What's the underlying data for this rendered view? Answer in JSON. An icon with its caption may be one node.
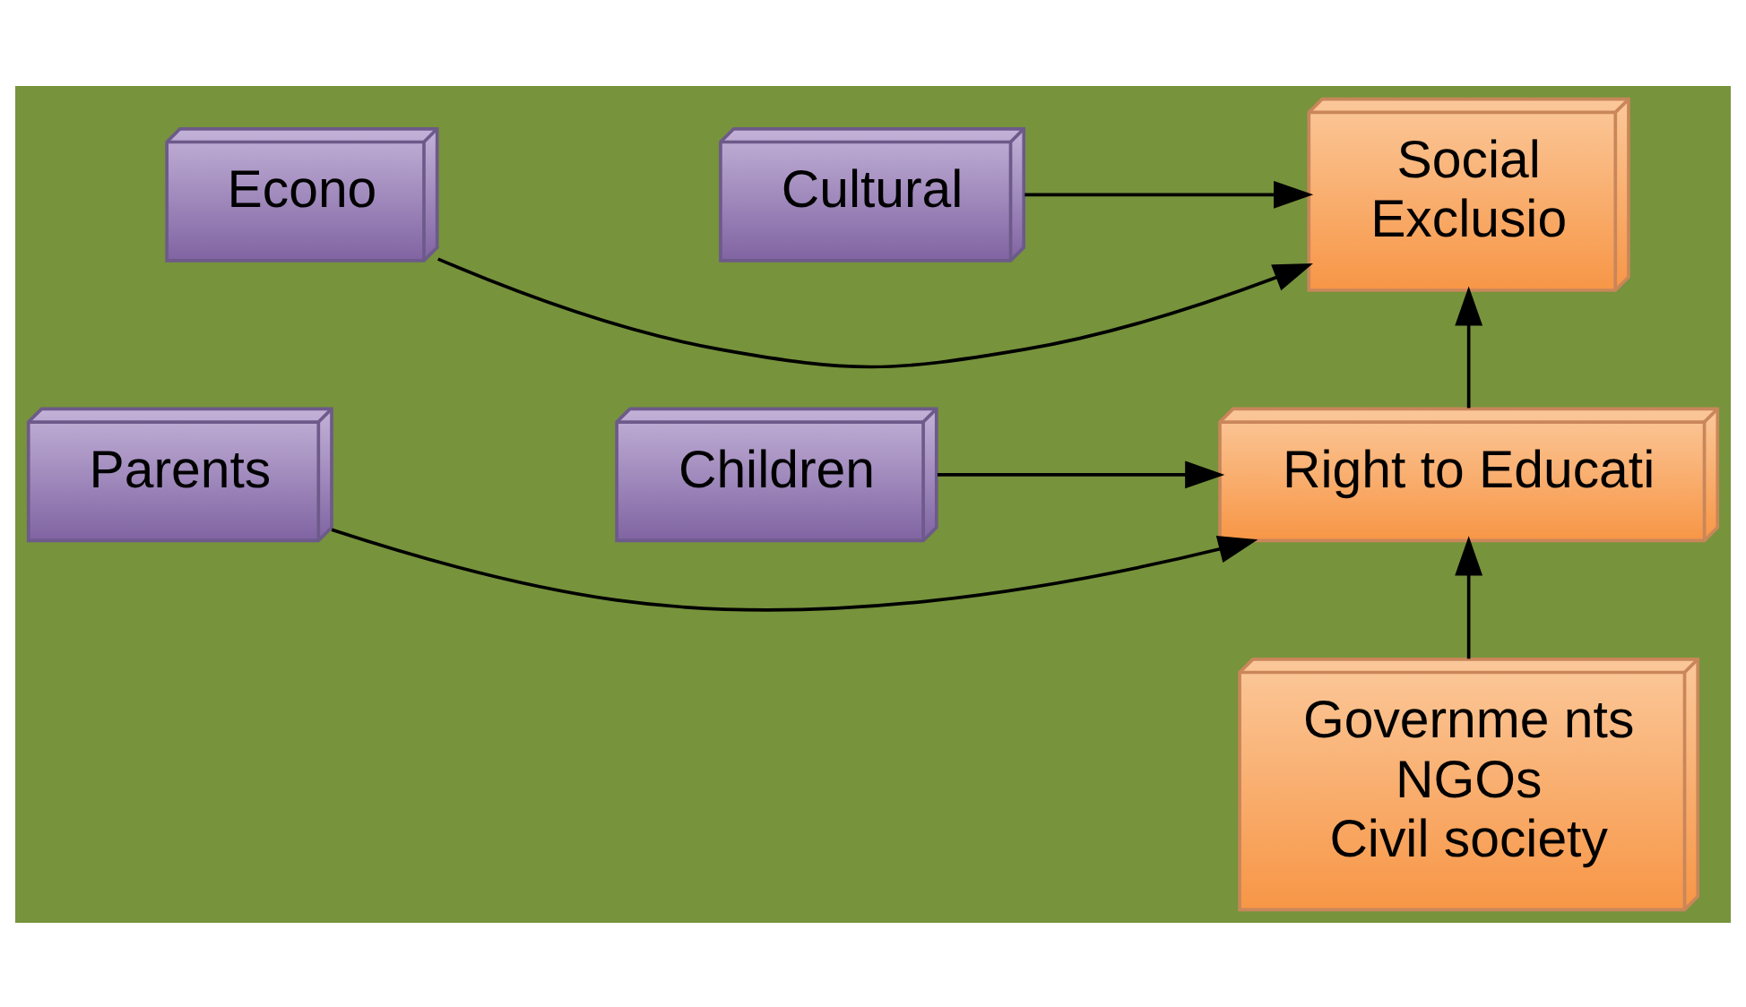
{
  "diagram": {
    "nodes": [
      {
        "text": [
          "Social",
          "Exclusio"
        ]
      },
      {
        "text": [
          "Econo"
        ]
      },
      {
        "text": [
          "Cultural"
        ]
      },
      {
        "text": [
          "Right to Educati"
        ]
      },
      {
        "text": [
          "Parents"
        ]
      },
      {
        "text": [
          "Children"
        ]
      },
      {
        "text": [
          "Governme nts",
          "NGOs",
          "Civil society"
        ]
      }
    ],
    "edges": [
      {
        "from": 1,
        "to": 0,
        "arrow": "to"
      },
      {
        "from": 2,
        "to": 0,
        "arrow": "to"
      },
      {
        "from": 3,
        "to": 0,
        "arrow": "to"
      },
      {
        "from": 4,
        "to": 3,
        "arrow": "to"
      },
      {
        "from": 5,
        "to": 3,
        "arrow": "to"
      },
      {
        "from": 6,
        "to": 3,
        "arrow": "to"
      }
    ]
  }
}
